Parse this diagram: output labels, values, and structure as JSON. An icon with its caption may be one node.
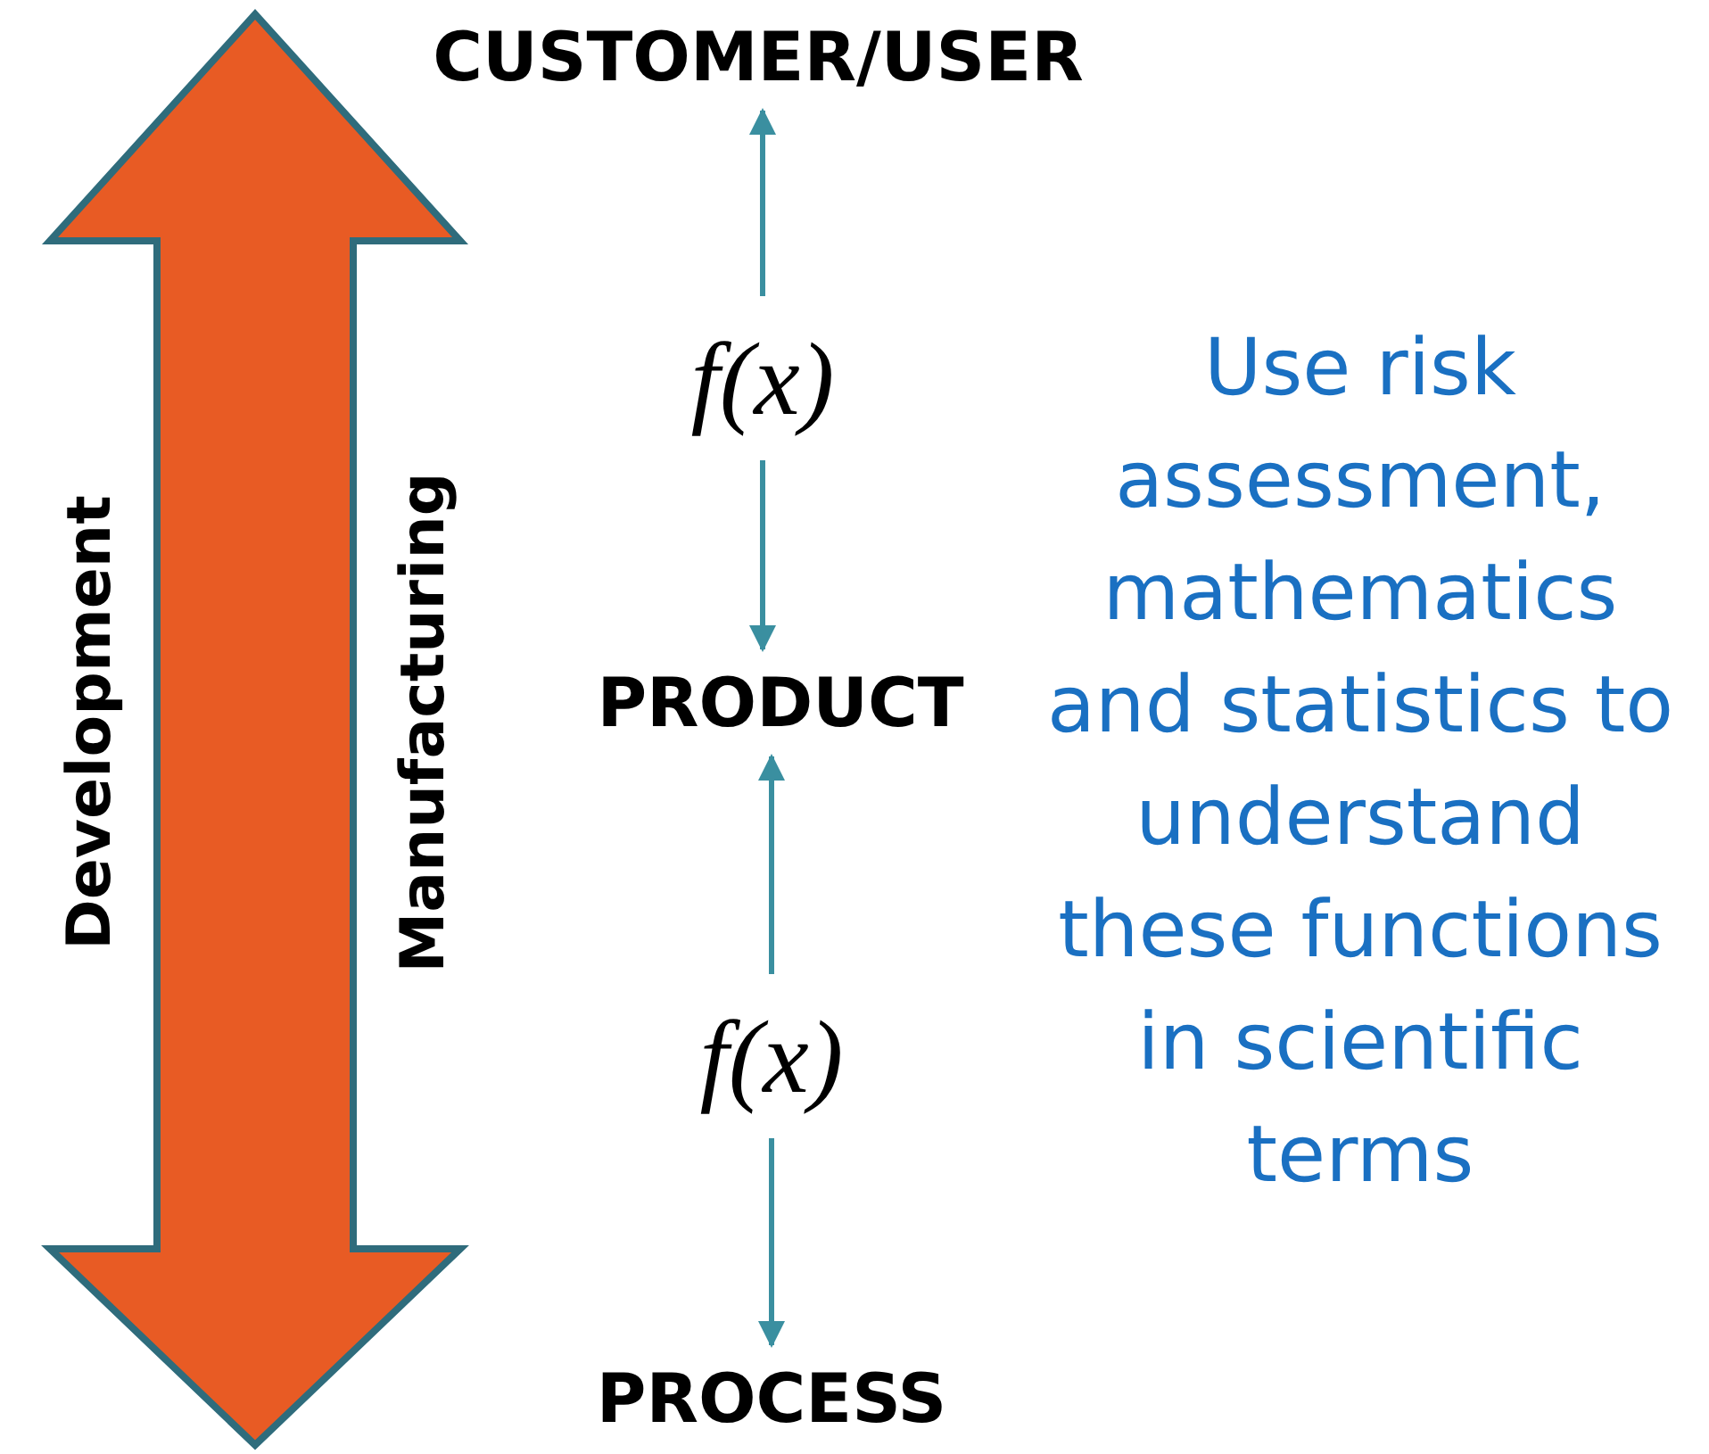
{
  "diagram": {
    "nodes": [
      {
        "text": [
          "CUSTOMER/USER"
        ]
      },
      {
        "text": [
          "f(x)"
        ]
      },
      {
        "text": [
          "PRODUCT"
        ]
      },
      {
        "text": [
          "f(x)"
        ]
      },
      {
        "text": [
          "PROCESS"
        ]
      }
    ],
    "edges": [
      {
        "from": 1,
        "to": 0,
        "arrow": "to"
      },
      {
        "from": 1,
        "to": 2,
        "arrow": "to"
      },
      {
        "from": 3,
        "to": 2,
        "arrow": "to"
      },
      {
        "from": 3,
        "to": 4,
        "arrow": "to"
      }
    ],
    "labels": [
      "Development",
      "Manufacturing",
      "Use risk assessment, mathematics and statistics to understand these functions in scientific terms"
    ]
  }
}
